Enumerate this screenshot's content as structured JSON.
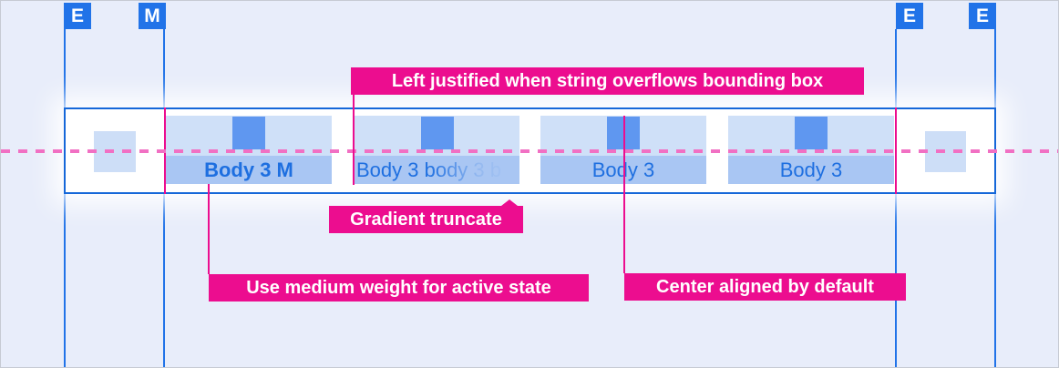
{
  "colors": {
    "background": "#E8EDFA",
    "guide_blue": "#2173E8",
    "band_border_blue": "#1567D9",
    "tab_top_fill": "#CFE0F8",
    "tab_label_fill": "#A9C6F3",
    "icon_blue": "#5F97F0",
    "tab_text_blue": "#1E6FE0",
    "annotation_magenta": "#EC0D8F",
    "dashed_line_pink": "#F170C3"
  },
  "margin_markers": [
    {
      "label": "E"
    },
    {
      "label": "M"
    },
    {
      "label": "E"
    },
    {
      "label": "E"
    }
  ],
  "tab_bar": {
    "tabs": [
      {
        "label": "Body 3 M",
        "state": "active",
        "alignment": "center",
        "weight": "medium"
      },
      {
        "label": "Body 3 body 3 b",
        "state": "inactive",
        "alignment": "left",
        "truncation": "gradient"
      },
      {
        "label": "Body 3",
        "state": "inactive",
        "alignment": "center"
      },
      {
        "label": "Body 3",
        "state": "inactive",
        "alignment": "center"
      }
    ]
  },
  "annotations": {
    "left_justified": {
      "text": "Left justified when string overflows bounding box"
    },
    "gradient_truncate": {
      "text": "Gradient truncate"
    },
    "medium_weight": {
      "text": "Use medium weight for active state"
    },
    "center_aligned": {
      "text": "Center aligned by default"
    }
  }
}
